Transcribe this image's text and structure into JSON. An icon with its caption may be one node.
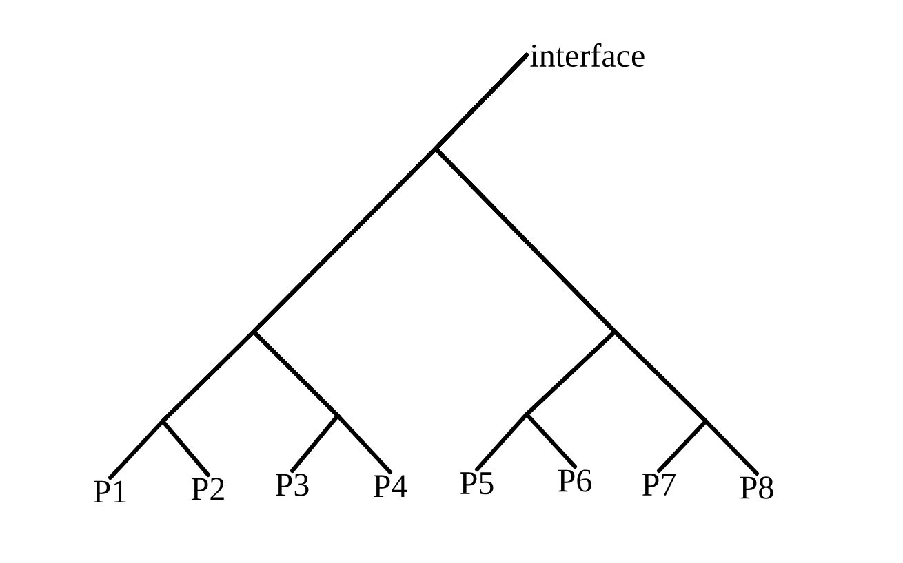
{
  "diagram": {
    "nodes": [
      {
        "text": [
          "interface"
        ]
      },
      {
        "text": [
          "P1"
        ]
      },
      {
        "text": [
          "P2"
        ]
      },
      {
        "text": [
          "P3"
        ]
      },
      {
        "text": [
          "P4"
        ]
      },
      {
        "text": [
          "P5"
        ]
      },
      {
        "text": [
          "P6"
        ]
      },
      {
        "text": [
          "P7"
        ]
      },
      {
        "text": [
          "P8"
        ]
      }
    ],
    "edges": [
      {
        "from": 1,
        "to": 0,
        "arrow": "none"
      },
      {
        "from": 2,
        "to": 0,
        "arrow": "none"
      },
      {
        "from": 3,
        "to": 0,
        "arrow": "none"
      },
      {
        "from": 4,
        "to": 0,
        "arrow": "none"
      },
      {
        "from": 5,
        "to": 0,
        "arrow": "none"
      },
      {
        "from": 6,
        "to": 0,
        "arrow": "none"
      },
      {
        "from": 7,
        "to": 0,
        "arrow": "none"
      },
      {
        "from": 8,
        "to": 0,
        "arrow": "none"
      }
    ]
  }
}
